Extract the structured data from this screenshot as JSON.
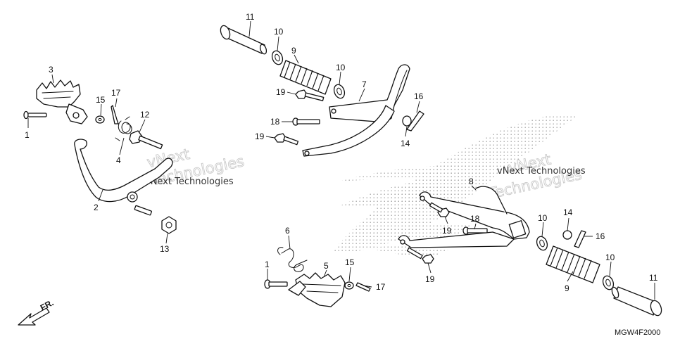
{
  "diagram_code": "MGW4F2000",
  "direction_label": "FR.",
  "watermark": {
    "main_text": "vNext Technologies",
    "ghost_line1": "vNext",
    "ghost_line2": "Technologies"
  },
  "callouts": {
    "c1a": "1",
    "c3": "3",
    "c15a": "15",
    "c17a": "17",
    "c12": "12",
    "c4": "4",
    "c2": "2",
    "c13": "13",
    "c11a": "11",
    "c10a": "10",
    "c9a": "9",
    "c10b": "10",
    "c7": "7",
    "c19a": "19",
    "c18a": "18",
    "c19b": "19",
    "c16a": "16",
    "c14a": "14",
    "c6": "6",
    "c1b": "1",
    "c5": "5",
    "c15b": "15",
    "c17b": "17",
    "c8": "8",
    "c18b": "18",
    "c19c": "19",
    "c19d": "19",
    "c10c": "10",
    "c14b": "14",
    "c16b": "16",
    "c9b": "9",
    "c10d": "10",
    "c11b": "11"
  }
}
